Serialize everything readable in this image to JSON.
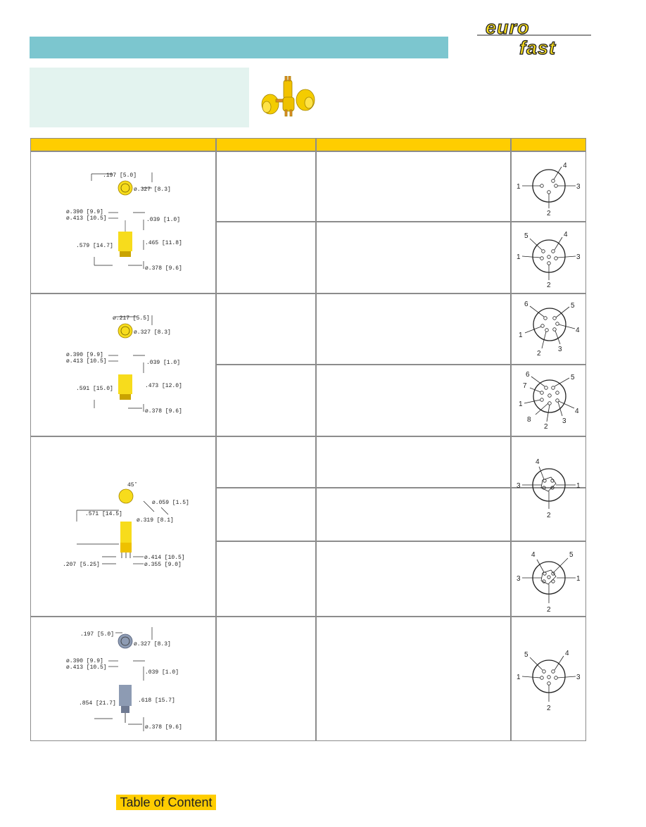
{
  "brand": {
    "line1": "euro",
    "line2": "fast"
  },
  "colors": {
    "title_bar": "#7cc6cf",
    "subtitle_box": "#e3f3ef",
    "header_yellow": "#ffcd00",
    "connector_yellow": "#f7dc1c",
    "connector_gray": "#8d9bb3",
    "grid": "#8c8c8c"
  },
  "icons": [
    "product-photo",
    "dimension-drawing",
    "pinout-face"
  ],
  "drawings": {
    "d1": {
      "a": ".197  [5.0]",
      "b": "ø.327  [8.3]",
      "c": "ø.390  [9.9]",
      "d": "ø.413  [10.5]",
      "e": ".039  [1.0]",
      "f": ".579  [14.7]",
      "g": ".465  [11.8]",
      "h": "ø.378  [9.6]"
    },
    "d2": {
      "a": "ø.217  [5.5]",
      "b": "ø.327  [8.3]",
      "c": "ø.390  [9.9]",
      "d": "ø.413  [10.5]",
      "e": ".039  [1.0]",
      "f": ".591  [15.0]",
      "g": ".473  [12.0]",
      "h": "ø.378  [9.6]"
    },
    "d3": {
      "a": "45˚",
      "b": "ø.059  [1.5]",
      "c": ".571  [14.5]",
      "d": "ø.319  [8.1]",
      "e": "ø.414  [10.5]",
      "f": ".207  [5.25]",
      "g": "ø.355  [9.0]"
    },
    "d4": {
      "a": ".197  [5.0]",
      "b": "ø.327  [8.3]",
      "c": "ø.390  [9.9]",
      "d": "ø.413  [10.5]",
      "e": ".039  [1.0]",
      "f": ".854  [21.7]",
      "g": ".618  [15.7]",
      "h": "ø.378  [9.6]"
    }
  },
  "pinouts": {
    "p1": [
      "4",
      "1",
      "3",
      "2"
    ],
    "p2": [
      "5",
      "4",
      "1",
      "3",
      "2"
    ],
    "p3": [
      "6",
      "5",
      "4",
      "1",
      "2",
      "3"
    ],
    "p4": [
      "6",
      "5",
      "7",
      "1",
      "4",
      "8",
      "2",
      "3"
    ],
    "p5": [
      "4",
      "3",
      "1",
      "2"
    ],
    "p6": [
      "4",
      "5",
      "3",
      "1",
      "2"
    ],
    "p7": [
      "5",
      "4",
      "1",
      "3",
      "2"
    ]
  },
  "footer": {
    "toc_label": "Table of Content"
  }
}
